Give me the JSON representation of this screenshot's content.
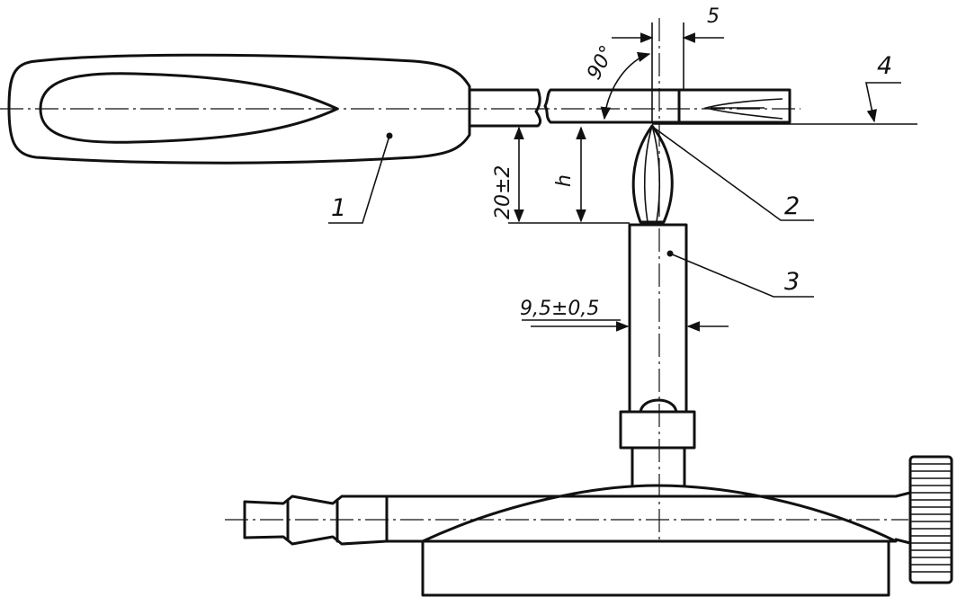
{
  "callouts": [
    "1",
    "2",
    "3",
    "4"
  ],
  "dimensions": {
    "angle": "90°",
    "offset": "5",
    "gap": "20±2",
    "height": "h",
    "diameter": "9,5±0,5"
  }
}
